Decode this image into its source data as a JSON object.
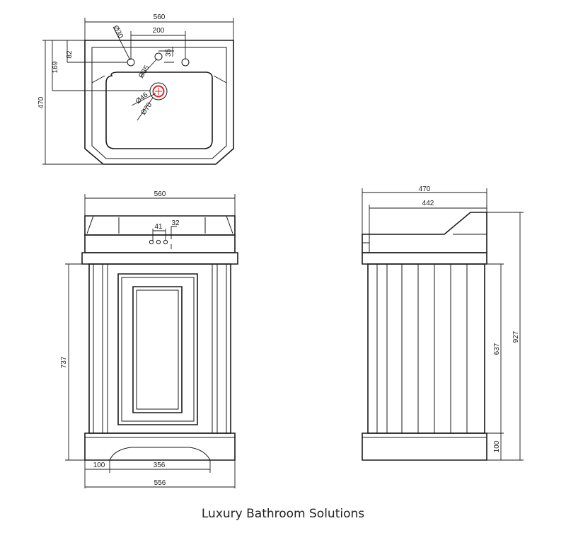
{
  "caption": "Luxury Bathroom Solutions",
  "colors": {
    "line": "#1a1a1a",
    "waste_ring": "#d42a2a",
    "background": "#ffffff"
  },
  "top_view": {
    "dims": {
      "width": "560",
      "tap_spacing": "200",
      "tap_hole": "Ø30",
      "offset_82": "82",
      "offset_35": "35",
      "depth_169": "169",
      "overall_depth": "470",
      "overflow": "Ø35",
      "waste_inner": "Ø46",
      "waste_outer": "Ø70"
    }
  },
  "front_view": {
    "dims": {
      "width": "560",
      "hole_41": "41",
      "hole_32": "32",
      "height_737": "737",
      "plinth_left": "100",
      "plinth_mid": "356",
      "base_width": "556"
    }
  },
  "side_view": {
    "dims": {
      "depth": "470",
      "inner_depth": "442",
      "height_637": "637",
      "height_927": "927",
      "plinth": "100"
    }
  }
}
